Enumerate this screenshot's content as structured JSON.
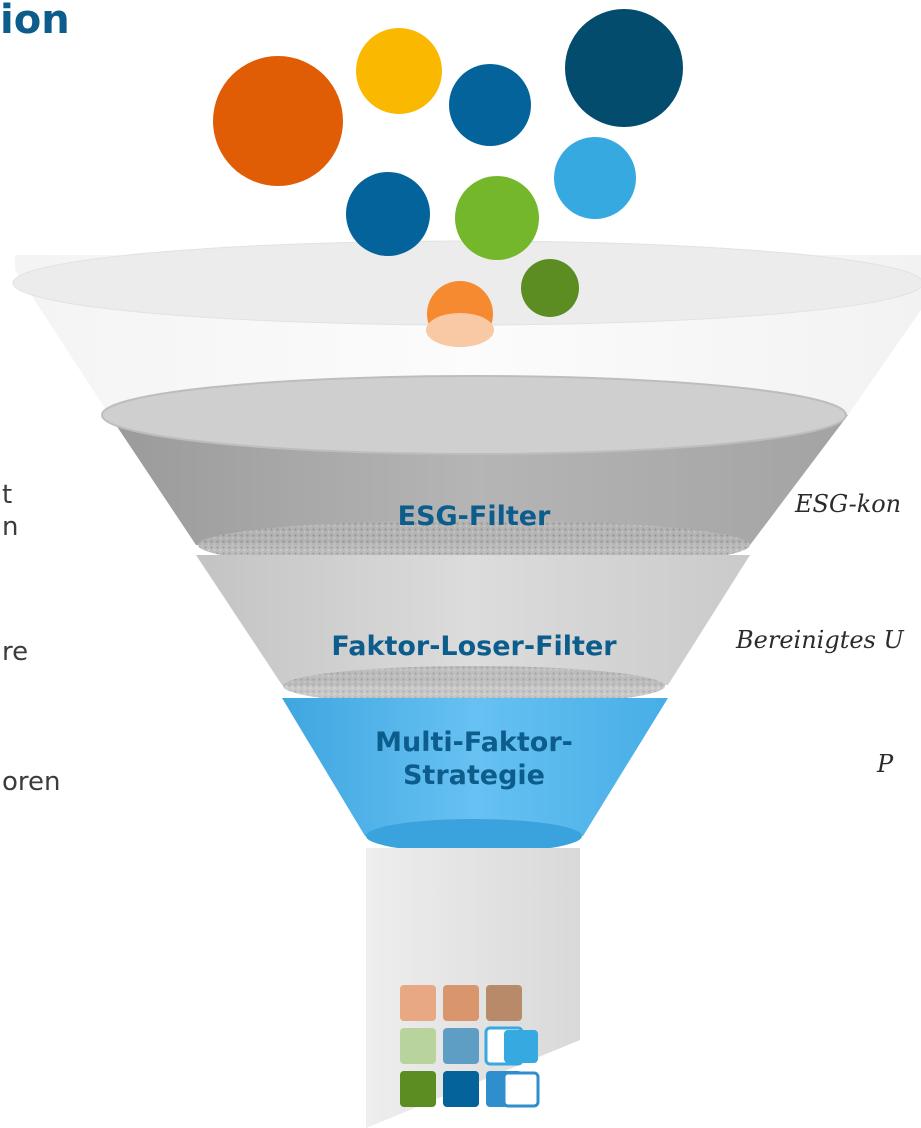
{
  "header": {
    "title_fragment": "ion"
  },
  "left_text_fragments": [
    "t",
    "n",
    "re",
    "oren"
  ],
  "right_text_fragments": [
    "ESG-kon",
    "Bereinigtes U",
    "P"
  ],
  "funnel": {
    "stage_1": "ESG-Filter",
    "stage_2": "Faktor-Loser-Filter",
    "stage_3_line1": "Multi-Faktor-",
    "stage_3_line2": "Strategie"
  },
  "colors": {
    "title": "#0c5c8c",
    "label": "#0c5c8c",
    "stage_1": "#a9a9a9",
    "stage_2": "#cfcfcf",
    "stage_3": "#4fb3ea",
    "ball_orange": "#e05d06",
    "ball_yellow": "#fbb800",
    "ball_blue": "#03639a",
    "ball_navy": "#034c6e",
    "ball_lightblue": "#36a9e1",
    "ball_green": "#75b72b",
    "ball_darkgreen": "#5b8d22",
    "ball_lightorange": "#f58a31"
  },
  "icons": [
    "ball-icon",
    "mosaic-icon"
  ]
}
